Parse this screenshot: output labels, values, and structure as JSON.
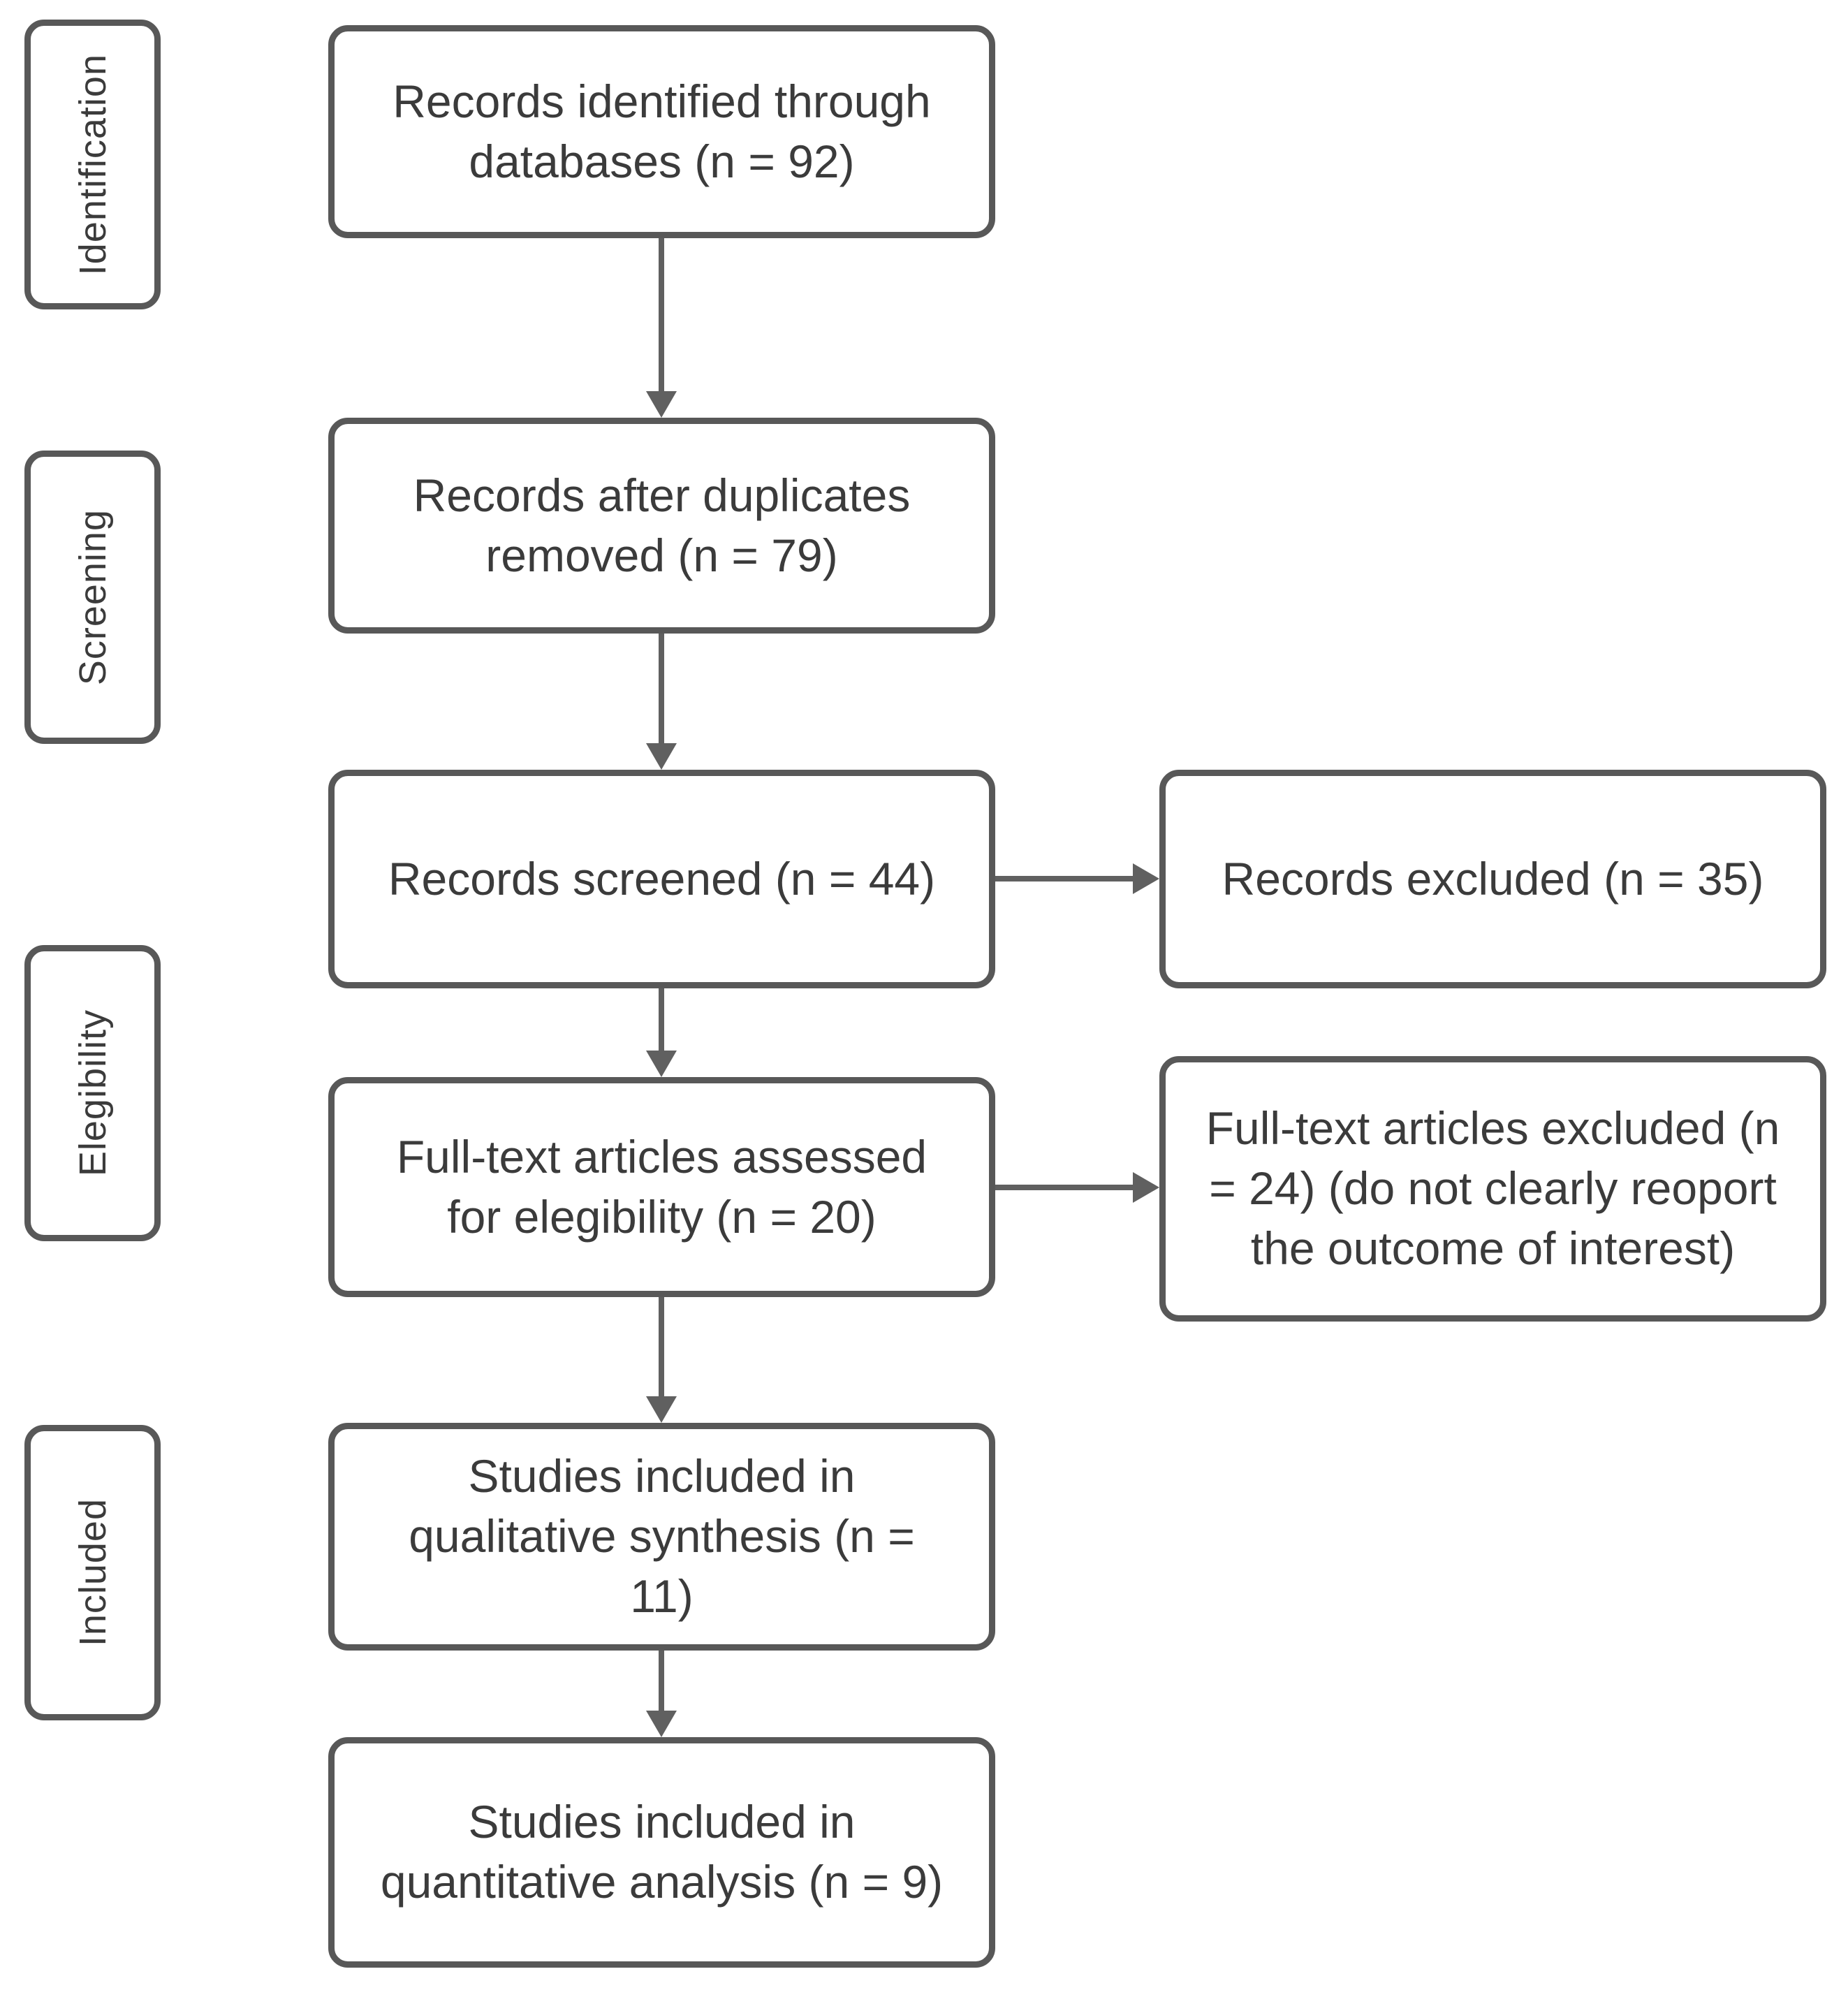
{
  "diagram": {
    "type": "prisma-flowchart",
    "stage_labels": [
      {
        "id": "identification",
        "label": "Identification"
      },
      {
        "id": "screening",
        "label": "Screening"
      },
      {
        "id": "elegibility",
        "label": "Elegibility"
      },
      {
        "id": "included",
        "label": "Included"
      }
    ],
    "flow_boxes": [
      {
        "id": "records-identified",
        "n": 92,
        "text": "Records identified through\ndatabases (n = 92)"
      },
      {
        "id": "duplicates-removed",
        "n": 79,
        "text": "Records after duplicates\nremoved (n = 79)"
      },
      {
        "id": "records-screened",
        "n": 44,
        "text": "Records screened (n = 44)"
      },
      {
        "id": "fulltext-assessed",
        "n": 20,
        "text": "Full-text articles assessed\nfor elegibility (n = 20)"
      },
      {
        "id": "qualitative-synthesis",
        "n": 11,
        "text": "Studies included in\nqualitative synthesis (n =\n11)"
      },
      {
        "id": "quantitative-analysis",
        "n": 9,
        "text": "Studies included in\nquantitative analysis (n = 9)"
      }
    ],
    "side_boxes": [
      {
        "id": "records-excluded",
        "n": 35,
        "text": "Records excluded (n = 35)"
      },
      {
        "id": "fulltext-excluded",
        "n": 24,
        "text": "Full-text articles excluded (n\n= 24) (do not clearly reoport\nthe outcome of interest)"
      }
    ],
    "colors": {
      "background": "#ffffff",
      "box_border": "#585858",
      "text": "#3b3b3b",
      "arrow": "#606060"
    }
  }
}
